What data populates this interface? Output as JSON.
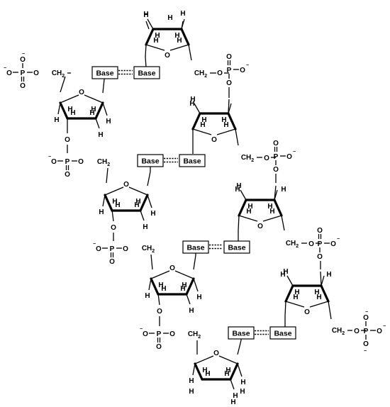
{
  "labels": {
    "base": "Base",
    "h": "H",
    "o": "O",
    "p": "P",
    "ch2": "CH",
    "sub2": "2",
    "minus": "−"
  }
}
